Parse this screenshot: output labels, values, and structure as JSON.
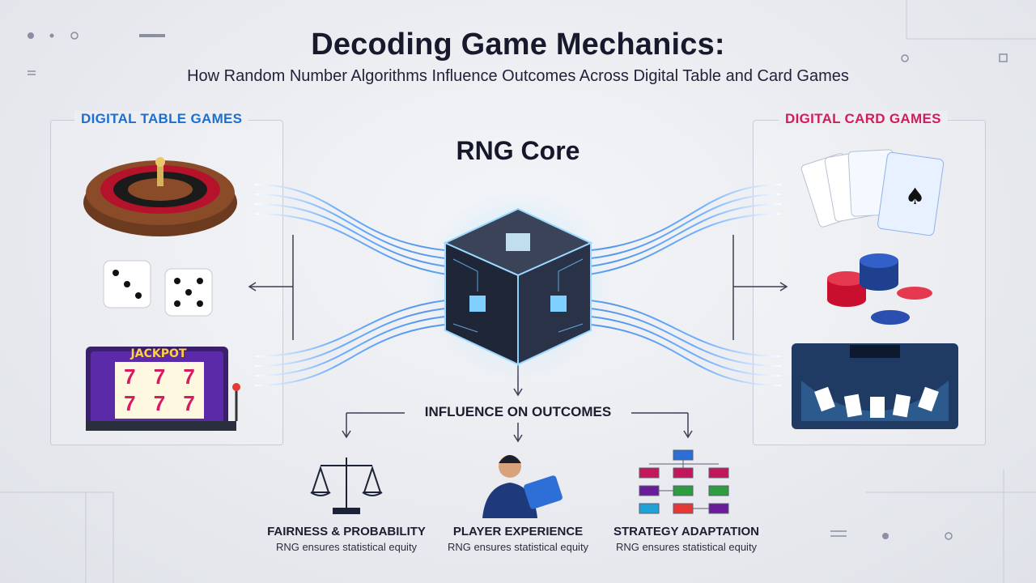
{
  "header": {
    "title": "Decoding Game Mechanics:",
    "subtitle": "How Random Number Algorithms Influence Outcomes Across Digital Table and Card Games"
  },
  "left_panel": {
    "title": "DIGITAL TABLE GAMES",
    "items": [
      "roulette-wheel",
      "dice",
      "slot-machine"
    ],
    "slot_label": "JACKPOT",
    "slot_symbols": [
      "7",
      "7",
      "7",
      "7",
      "7",
      "7"
    ]
  },
  "center": {
    "title": "RNG Core",
    "influence_label": "INFLUENCE ON OUTCOMES"
  },
  "right_panel": {
    "title": "DIGITAL CARD GAMES",
    "items": [
      "playing-cards",
      "casino-chips",
      "blackjack-table"
    ]
  },
  "outcomes": [
    {
      "title": "FAIRNESS & PROBABILITY",
      "desc": "RNG ensures statistical equity",
      "icon": "scales-icon"
    },
    {
      "title": "PLAYER EXPERIENCE",
      "desc": "RNG ensures statistical equity",
      "icon": "player-tablet-icon"
    },
    {
      "title": "STRATEGY ADAPTATION",
      "desc": "RNG ensures statistical equity",
      "icon": "flowchart-icon"
    }
  ],
  "colors": {
    "left_accent": "#1d6fd1",
    "right_accent": "#d11d5c",
    "stream_blue": "#2f7fe6",
    "core_glow": "#8fd4ff"
  }
}
